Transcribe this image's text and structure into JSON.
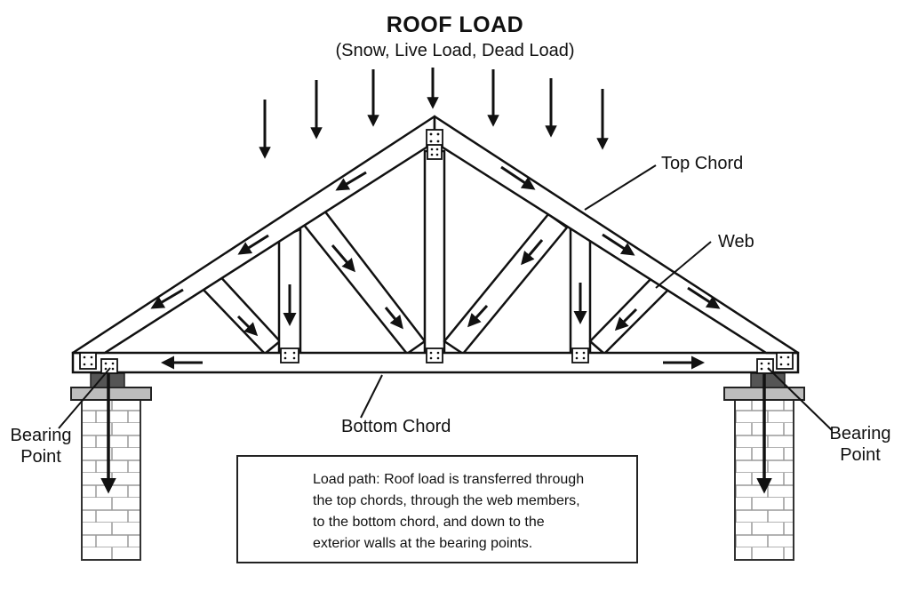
{
  "title": "ROOF LOAD",
  "subtitle": "(Snow, Live Load, Dead Load)",
  "labels": {
    "top_chord": "Top Chord",
    "web": "Web",
    "bottom_chord": "Bottom Chord",
    "bearing_left_line1": "Bearing",
    "bearing_left_line2": "Point",
    "bearing_right_line1": "Bearing",
    "bearing_right_line2": "Point"
  },
  "legend": {
    "lines": [
      "Load path: Roof load is transferred through",
      "the top chords, through the web members,",
      "to the bottom chord, and down to the",
      "exterior walls at the bearing points."
    ]
  },
  "colors": {
    "stroke": "#111111",
    "wood_fill": "#ffffff",
    "bearing_plate": "#555555",
    "brick_mortar": "#999999"
  }
}
